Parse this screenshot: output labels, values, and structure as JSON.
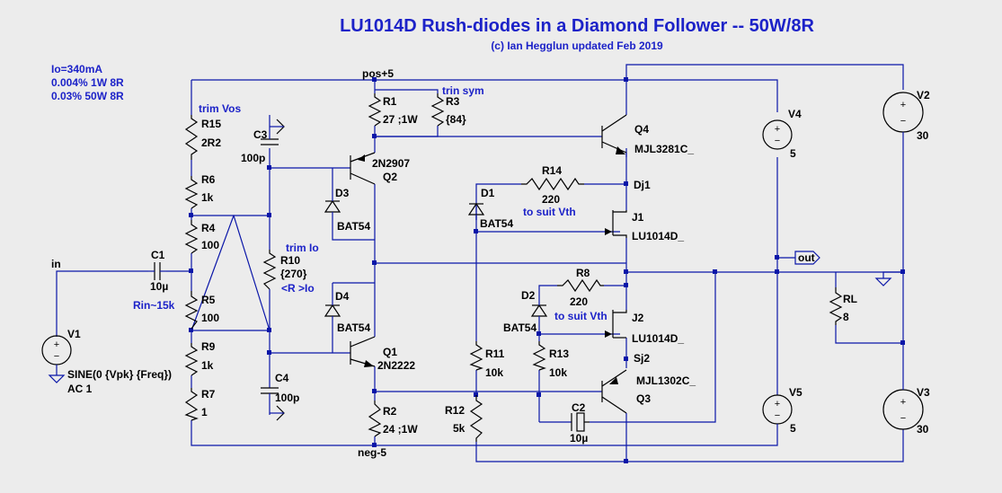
{
  "header": {
    "title": "LU1014D Rush-diodes in a Diamond Follower -- 50W/8R",
    "subtitle": "(c) Ian Hegglun updated Feb 2019"
  },
  "notes": [
    "Io=340mA",
    "0.004% 1W 8R",
    "0.03% 50W 8R"
  ],
  "nets": {
    "pos": "pos+5",
    "neg": "neg-5",
    "in": "in",
    "out": "out",
    "dj1": "Dj1",
    "sj2": "Sj2"
  },
  "annotations": {
    "trim_vos": "trim Vos",
    "trim_sym": "trin sym",
    "trim_io": "trim Io",
    "r_io": "<R >Io",
    "rin": "Rin~15k",
    "suit_vth_1": "to suit Vth",
    "suit_vth_2": "to suit Vth"
  },
  "components": {
    "R15": {
      "name": "R15",
      "value": "2R2"
    },
    "R6": {
      "name": "R6",
      "value": "1k"
    },
    "R4": {
      "name": "R4",
      "value": "100"
    },
    "R5": {
      "name": "R5",
      "value": "100"
    },
    "R9": {
      "name": "R9",
      "value": "1k"
    },
    "R7": {
      "name": "R7",
      "value": "1"
    },
    "R1": {
      "name": "R1",
      "value": "27 ;1W"
    },
    "R3": {
      "name": "R3",
      "value": "{84}"
    },
    "R2": {
      "name": "R2",
      "value": "24 ;1W"
    },
    "R10": {
      "name": "R10",
      "value": "{270}"
    },
    "R14": {
      "name": "R14",
      "value": "220"
    },
    "R8": {
      "name": "R8",
      "value": "220"
    },
    "R11": {
      "name": "R11",
      "value": "10k"
    },
    "R12": {
      "name": "R12",
      "value": "5k"
    },
    "R13": {
      "name": "R13",
      "value": "10k"
    },
    "RL": {
      "name": "RL",
      "value": "8"
    },
    "C1": {
      "name": "C1",
      "value": "10µ"
    },
    "C2": {
      "name": "C2",
      "value": "10µ"
    },
    "C3": {
      "name": "C3",
      "value": "100p"
    },
    "C4": {
      "name": "C4",
      "value": "100p"
    },
    "D1": {
      "name": "D1",
      "value": "BAT54"
    },
    "D2": {
      "name": "D2",
      "value": "BAT54"
    },
    "D3": {
      "name": "D3",
      "value": "BAT54"
    },
    "D4": {
      "name": "D4",
      "value": "BAT54"
    },
    "Q1": {
      "name": "Q1",
      "value": "2N2222"
    },
    "Q2": {
      "name": "Q2",
      "value": "2N2907"
    },
    "Q3": {
      "name": "Q3",
      "value": "MJL1302C_"
    },
    "Q4": {
      "name": "Q4",
      "value": "MJL3281C_"
    },
    "J1": {
      "name": "J1",
      "value": "LU1014D_"
    },
    "J2": {
      "name": "J2",
      "value": "LU1014D_"
    },
    "V1": {
      "name": "V1",
      "value": "SINE(0 {Vpk} {Freq})",
      "value2": "AC 1"
    },
    "V2": {
      "name": "V2",
      "value": "30"
    },
    "V3": {
      "name": "V3",
      "value": "30"
    },
    "V4": {
      "name": "V4",
      "value": "5"
    },
    "V5": {
      "name": "V5",
      "value": "5"
    }
  },
  "colors": {
    "background": "#ececec",
    "wire": "#0a16a8",
    "text_blue": "#1c22c8"
  }
}
